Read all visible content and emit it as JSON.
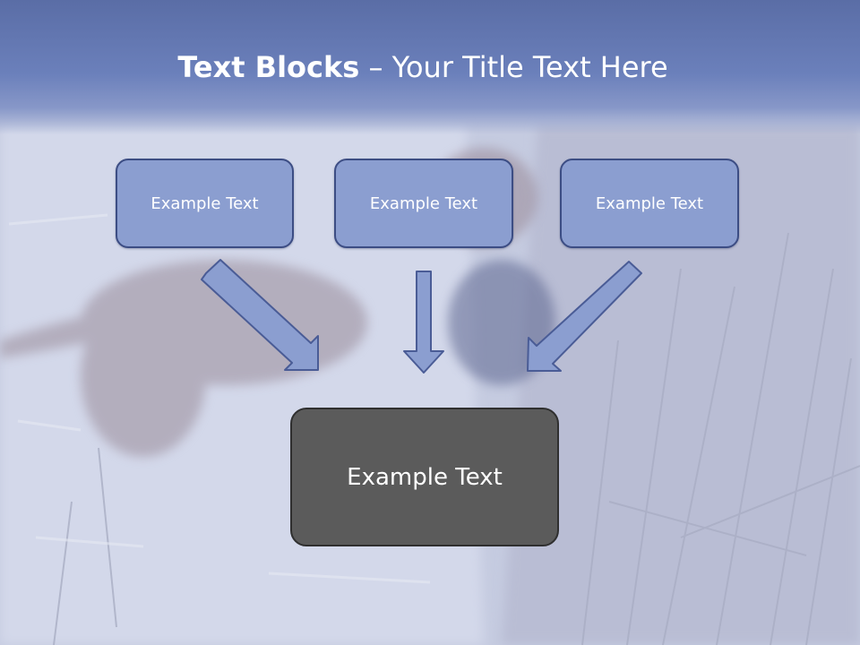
{
  "slide": {
    "title_bold": "Text Blocks",
    "title_separator": " – ",
    "title_rest": "Your Title Text Here",
    "boxes": [
      {
        "label": "Example Text"
      },
      {
        "label": "Example Text"
      },
      {
        "label": "Example Text"
      }
    ],
    "main_box": {
      "label": "Example Text"
    }
  },
  "colors": {
    "header": "#6b80bb",
    "box_fill": "#8b9ed0",
    "box_border": "#3c4d84",
    "main_fill": "#5b5b5b",
    "arrow_fill": "#8b9ed0"
  }
}
